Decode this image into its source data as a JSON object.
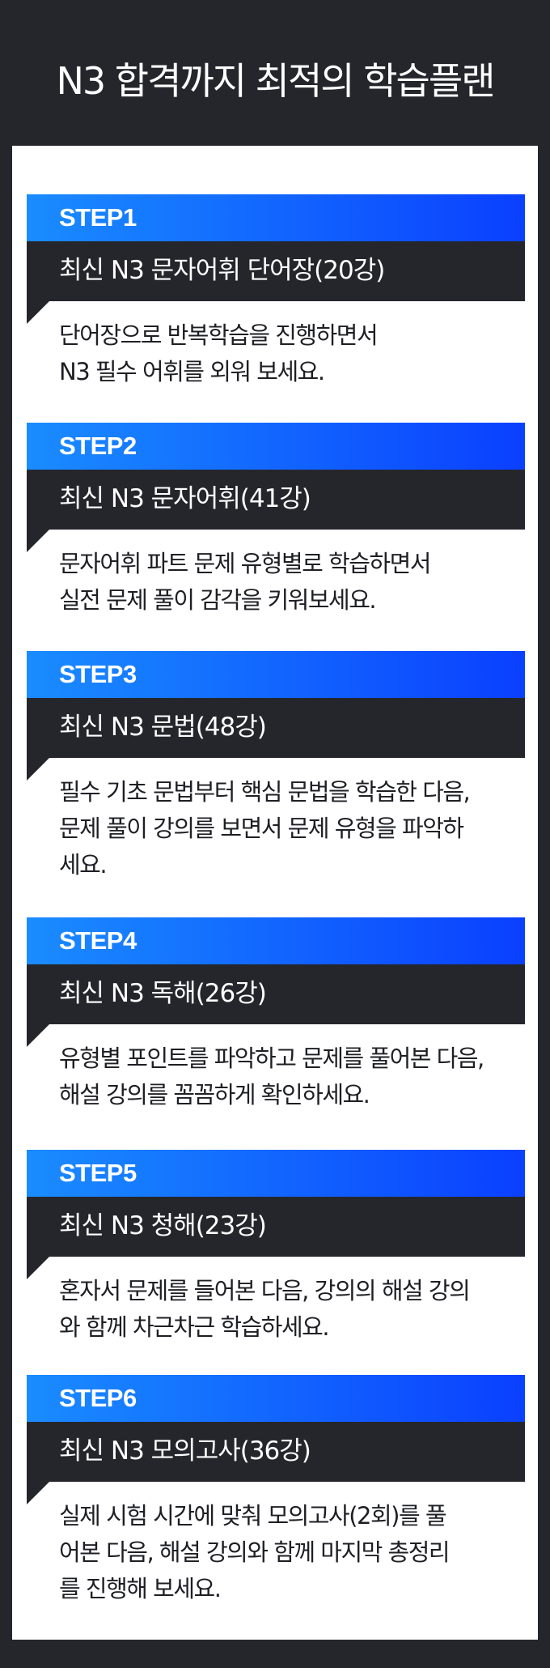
{
  "page": {
    "title": "N3 합격까지 최적의 학습플랜"
  },
  "steps": [
    {
      "label": "STEP1",
      "course": "최신 N3 문자어휘 단어장(20강)",
      "description_lines": [
        "단어장으로 반복학습을 진행하면서",
        "N3 필수 어휘를 외워 보세요."
      ]
    },
    {
      "label": "STEP2",
      "course": "최신 N3 문자어휘(41강)",
      "description_lines": [
        "문자어휘 파트 문제 유형별로 학습하면서",
        "실전 문제 풀이 감각을 키워보세요."
      ]
    },
    {
      "label": "STEP3",
      "course": "최신 N3 문법(48강)",
      "description_lines": [
        "필수 기초 문법부터 핵심 문법을 학습한 다음,",
        "문제 풀이 강의를 보면서 문제 유형을 파악하",
        "세요."
      ]
    },
    {
      "label": "STEP4",
      "course": "최신 N3 독해(26강)",
      "description_lines": [
        "유형별 포인트를 파악하고 문제를 풀어본 다음,",
        "해설 강의를 꼼꼼하게 확인하세요."
      ]
    },
    {
      "label": "STEP5",
      "course": "최신 N3 청해(23강)",
      "description_lines": [
        "혼자서 문제를 들어본 다음, 강의의 해설 강의",
        "와 함께 차근차근 학습하세요."
      ]
    },
    {
      "label": "STEP6",
      "course": "최신 N3 모의고사(36강)",
      "description_lines": [
        "실제 시험 시간에 맞춰 모의고사(2회)를 풀",
        "어본 다음, 해설 강의와 함께 마지막 총정리",
        "를 진행해 보세요."
      ]
    }
  ],
  "colors": {
    "background": "#25262c",
    "card": "#ffffff",
    "step_gradient_start": "#1a8cff",
    "step_gradient_end": "#0a40ff",
    "text_dark": "#1e1f24"
  }
}
